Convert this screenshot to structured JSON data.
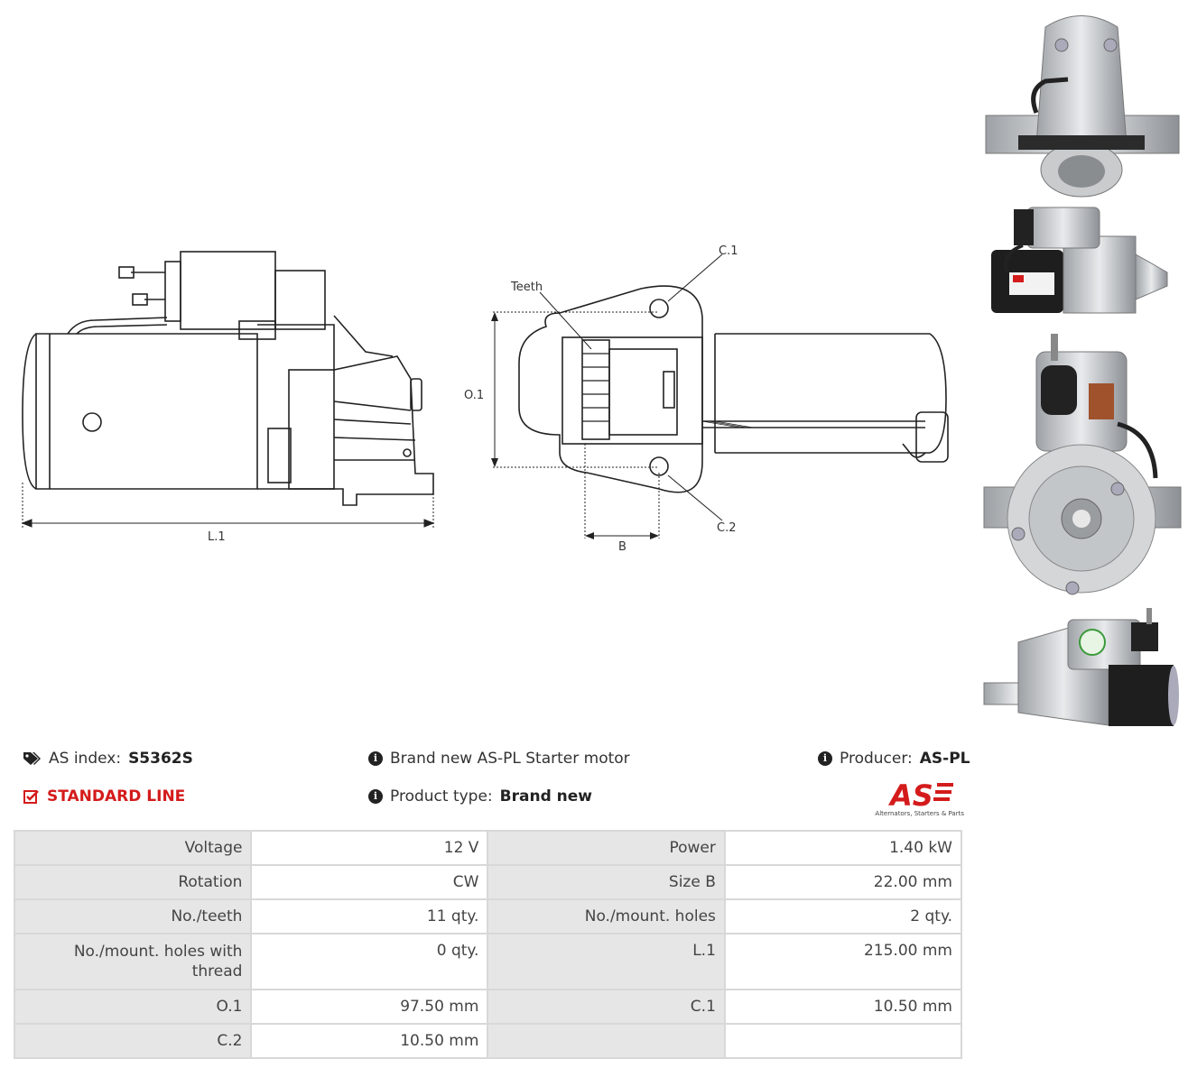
{
  "diagram_labels": {
    "l1": "L.1",
    "o1": "O.1",
    "c1": "C.1",
    "c2": "C.2",
    "b": "B",
    "teeth": "Teeth"
  },
  "info": {
    "as_index_label": "AS index:",
    "as_index_value": "S5362S",
    "line": "STANDARD LINE",
    "description": "Brand new AS-PL Starter motor",
    "product_type_label": "Product type:",
    "product_type_value": "Brand new",
    "producer_label": "Producer:",
    "producer_value": "AS-PL",
    "logo_text": "AS",
    "logo_tagline": "Alternators, Starters & Parts"
  },
  "specs": [
    [
      "Voltage",
      "12 V",
      "Power",
      "1.40 kW"
    ],
    [
      "Rotation",
      "CW",
      "Size B",
      "22.00 mm"
    ],
    [
      "No./teeth",
      "11 qty.",
      "No./mount. holes",
      "2 qty."
    ],
    [
      "No./mount. holes with thread",
      "0 qty.",
      "L.1",
      "215.00 mm"
    ],
    [
      "O.1",
      "97.50 mm",
      "C.1",
      "10.50 mm"
    ],
    [
      "C.2",
      "10.50 mm",
      "",
      ""
    ]
  ],
  "colors": {
    "accent_red": "#d41b1b",
    "label_bg": "#e6e6e6",
    "border": "#d8d8d8"
  }
}
